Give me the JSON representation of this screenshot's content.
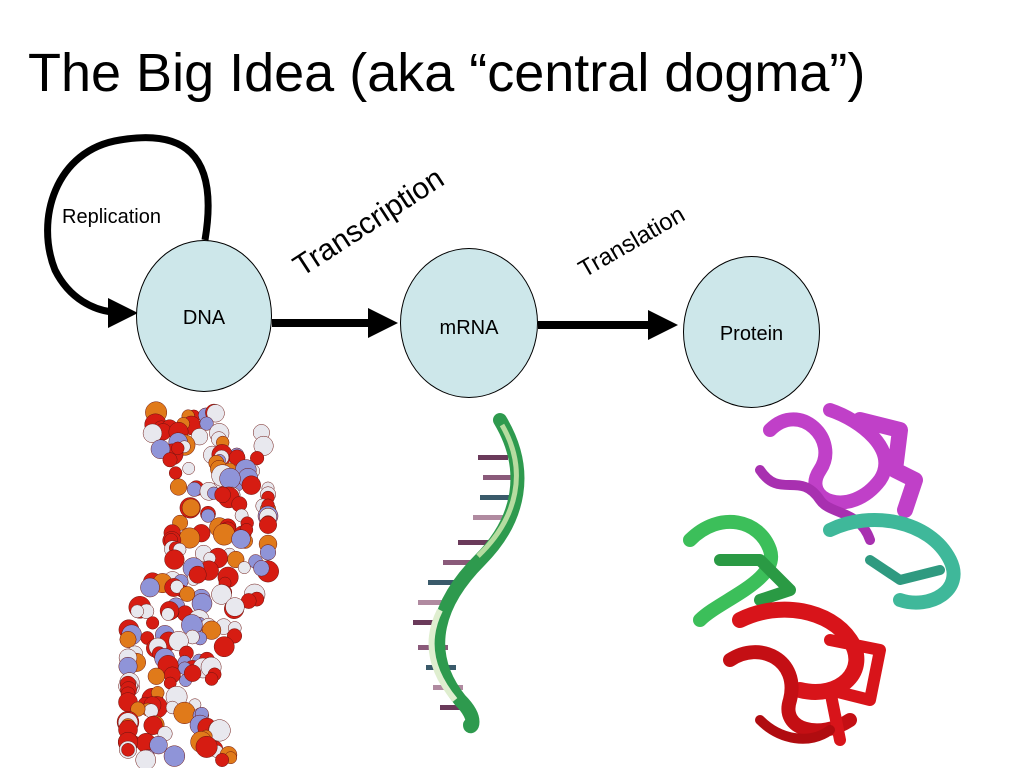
{
  "title": "The Big Idea (aka “central dogma”)",
  "nodes": {
    "dna": "DNA",
    "mrna": "mRNA",
    "protein": "Protein"
  },
  "processes": {
    "replication": "Replication",
    "transcription": "Transcription",
    "translation": "Translation"
  },
  "colors": {
    "node_fill": "#cde7ea",
    "dna_oxygen": "#d61c12",
    "dna_phosphorus": "#e07a1a",
    "dna_hydrogen": "#e8e8ee",
    "dna_nitrogen": "#8f94d8",
    "rna_backbone": "#2e9a4e",
    "protein_magenta": "#c040c8",
    "protein_green": "#3cbf5a",
    "protein_teal": "#3fb89a",
    "protein_red": "#d8141a"
  }
}
